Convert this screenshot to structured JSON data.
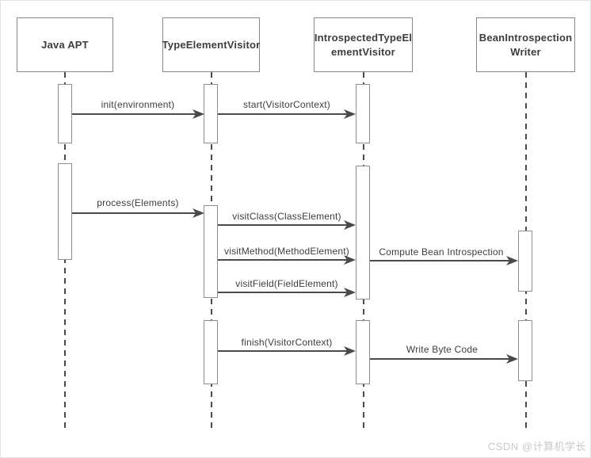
{
  "diagram": {
    "type": "uml-sequence-diagram",
    "participants": [
      {
        "id": "java-apt",
        "label": "Java APT"
      },
      {
        "id": "type-element-visitor",
        "label": "TypeElementVisitor"
      },
      {
        "id": "introspected-type-element-visitor",
        "label": "IntrospectedTypeEl\nementVisitor"
      },
      {
        "id": "bean-introspection-writer",
        "label": "BeanIntrospection\nWriter"
      }
    ],
    "messages": [
      {
        "label": "init(environment)",
        "from": "java-apt",
        "to": "type-element-visitor"
      },
      {
        "label": "start(VisitorContext)",
        "from": "type-element-visitor",
        "to": "introspected-type-element-visitor"
      },
      {
        "label": "process(Elements)",
        "from": "java-apt",
        "to": "type-element-visitor"
      },
      {
        "label": "visitClass(ClassElement)",
        "from": "type-element-visitor",
        "to": "introspected-type-element-visitor"
      },
      {
        "label": "visitMethod(MethodElement)",
        "from": "type-element-visitor",
        "to": "introspected-type-element-visitor"
      },
      {
        "label": "Compute Bean Introspection",
        "from": "introspected-type-element-visitor",
        "to": "bean-introspection-writer"
      },
      {
        "label": "visitField(FieldElement)",
        "from": "type-element-visitor",
        "to": "introspected-type-element-visitor"
      },
      {
        "label": "finish(VisitorContext)",
        "from": "type-element-visitor",
        "to": "introspected-type-element-visitor"
      },
      {
        "label": "Write Byte Code",
        "from": "introspected-type-element-visitor",
        "to": "bean-introspection-writer"
      }
    ]
  },
  "watermark": "CSDN @计算机学长",
  "colors": {
    "background": "#ffffff",
    "box_border": "#8a8a8a",
    "text": "#3d3d3d",
    "arrow": "#4a4a4a",
    "lifeline": "#4a4a4a",
    "watermark": "#c9c9c9"
  }
}
